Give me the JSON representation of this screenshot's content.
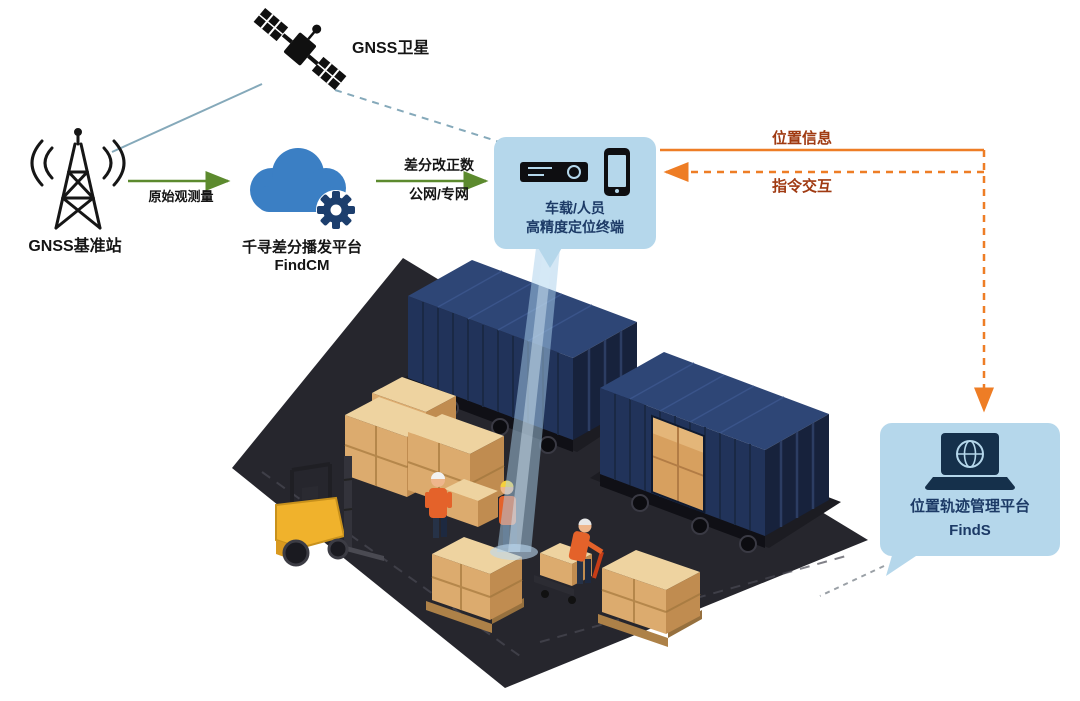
{
  "diagram": {
    "satellite_label": "GNSS卫星",
    "base_station_label": "GNSS基准站",
    "link_raw_observation": "原始观测量",
    "cloud_platform": {
      "name": "千寻差分播发平台",
      "product": "FindCM"
    },
    "link_corrections": {
      "line1": "差分改正数",
      "line2": "公网/专网"
    },
    "terminal": {
      "line1": "车载/人员",
      "line2": "高精度定位终端"
    },
    "link_position_info": "位置信息",
    "link_command_interaction": "指令交互",
    "management_platform": {
      "name": "位置轨迹管理平台",
      "product": "FindS"
    }
  },
  "icons": {
    "satellite": "gnss-satellite-icon",
    "base_station": "radio-tower-icon",
    "cloud": "cloud-gear-icon",
    "receiver": "vehicle-terminal-icon",
    "phone": "smartphone-icon",
    "laptop": "laptop-globe-icon"
  },
  "colors": {
    "bubble_blue": "#b5d7eb",
    "cloud_blue": "#3b7fc4",
    "arrow_green": "#5c8a2e",
    "arrow_orange": "#ee7d25",
    "link_teal": "#85a9ba",
    "label_rust": "#a03a12",
    "navy_text": "#1c3a66",
    "container_navy": "#21335a",
    "platform_dark": "#26262d",
    "box_tan": "#dcab6e",
    "forklift_yellow": "#f0b22c"
  }
}
